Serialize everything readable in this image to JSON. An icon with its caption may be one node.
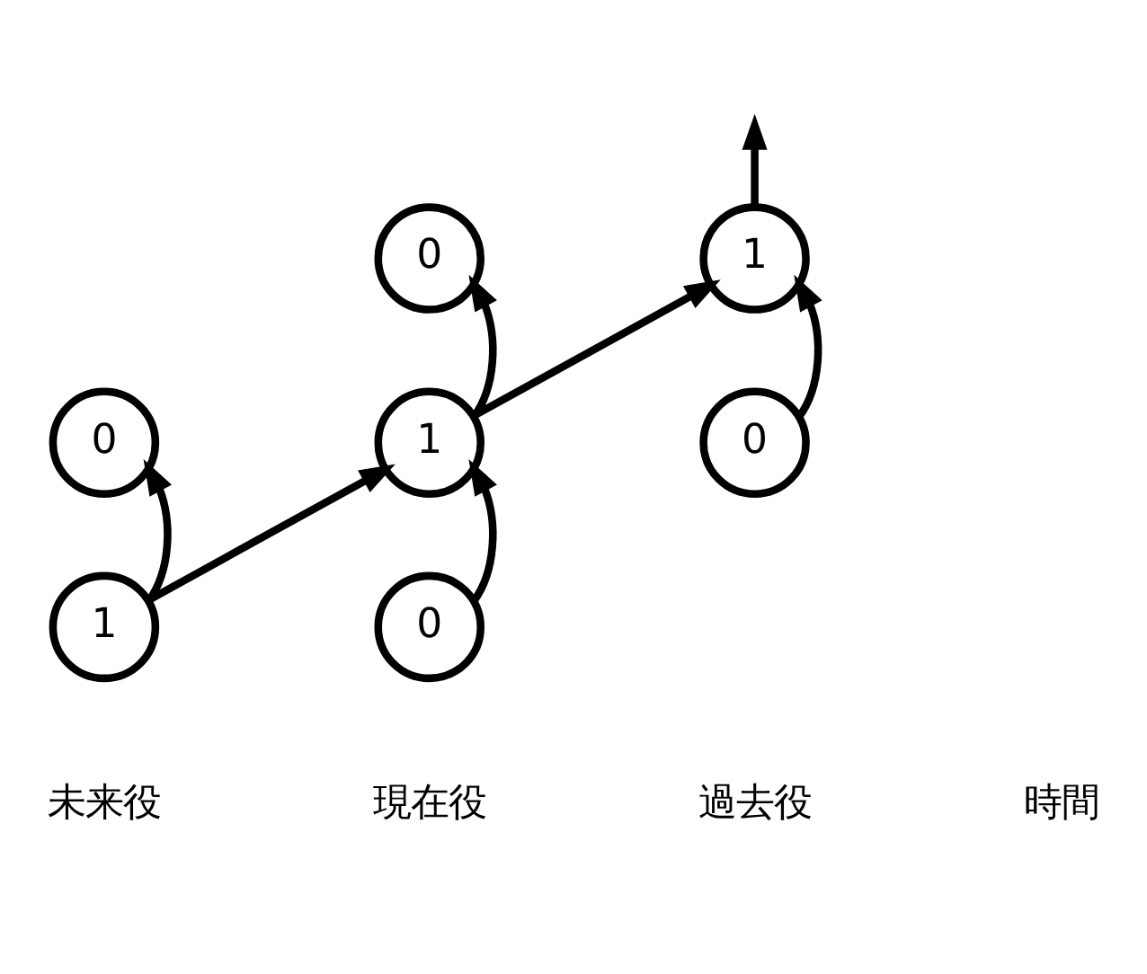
{
  "diagram": {
    "nodes": [
      {
        "text": [
          "0"
        ]
      },
      {
        "text": [
          "1"
        ]
      },
      {
        "text": [
          "0"
        ]
      },
      {
        "text": [
          "1"
        ]
      },
      {
        "text": [
          "0"
        ]
      },
      {
        "text": [
          "1"
        ]
      },
      {
        "text": [
          "0"
        ]
      }
    ],
    "edges": [
      {
        "from": 5,
        "to": 2,
        "arrow": "to"
      },
      {
        "from": 5,
        "to": 3,
        "arrow": "to"
      },
      {
        "from": 6,
        "to": 3,
        "arrow": "to"
      },
      {
        "from": 3,
        "to": 0,
        "arrow": "to"
      },
      {
        "from": 3,
        "to": 1,
        "arrow": "to"
      },
      {
        "from": 4,
        "to": 1,
        "arrow": "to"
      },
      {
        "from": 1,
        "to": null,
        "arrow": "to"
      }
    ],
    "labels": [
      "時間",
      "未来役",
      "現在役",
      "過去役"
    ]
  }
}
